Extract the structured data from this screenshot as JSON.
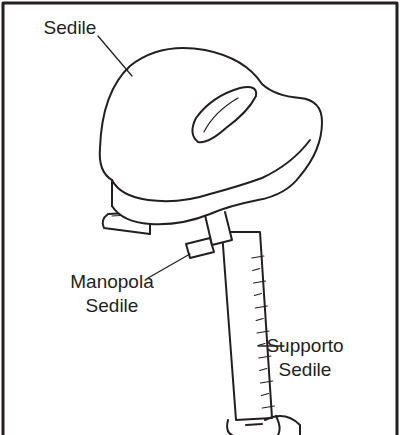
{
  "diagram": {
    "labels": [
      "Sedile",
      "Manopola Sedile",
      "Supporto Sedile"
    ]
  }
}
